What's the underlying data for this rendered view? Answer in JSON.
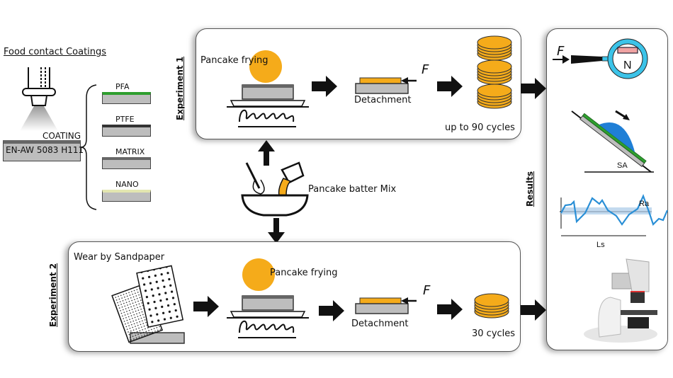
{
  "left": {
    "title": "Food contact Coatings",
    "coating_label": "COATING",
    "substrate_label": "EN-AW 5083 H111",
    "coatings": [
      {
        "name": "PFA",
        "color": "#2e9e2e"
      },
      {
        "name": "PTFE",
        "color": "#333333"
      },
      {
        "name": "MATRIX",
        "color": "#666666"
      },
      {
        "name": "NANO",
        "color": "#e3e6b0"
      }
    ]
  },
  "experiment1": {
    "label": "Experiment 1",
    "step1": "Pancake frying",
    "step2": "Detachment",
    "force": "F",
    "step3": "up to 90 cycles"
  },
  "mix": {
    "label": "Pancake batter Mix"
  },
  "experiment2": {
    "label": "Experiment 2",
    "step0": "Wear by Sandpaper",
    "step1": "Pancake frying",
    "step2": "Detachment",
    "force": "F",
    "step3": "30 cycles"
  },
  "results": {
    "label": "Results",
    "force": "F",
    "gauge_unit": "N",
    "slide_angle": "SA",
    "roughness_ra": "Ra",
    "roughness_ls": "Ls"
  },
  "colors": {
    "pancake": "#f5ab1a",
    "substrate": "#bdbdbd",
    "gauge": "#3cc3e8",
    "droplet": "#1f7fd6",
    "profile": "#2a8fd6"
  }
}
